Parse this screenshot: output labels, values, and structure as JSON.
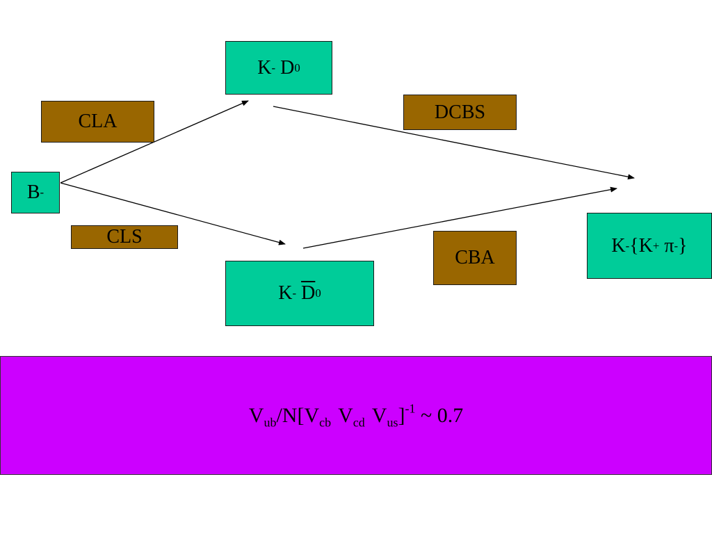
{
  "nodes": {
    "b_minus": {
      "base": "B",
      "sup": "-"
    },
    "k_d0": {
      "k": "K",
      "k_sup": "-",
      "d": "D",
      "d_sup": "0"
    },
    "k_d0bar": {
      "k": "K",
      "k_sup": "-",
      "d": "D",
      "d_sup": "0"
    },
    "final": {
      "k": "K",
      "k_sup": "-",
      "open": "{",
      "k2": "K",
      "k2_sup": "+",
      "pi": "π",
      "pi_sup": "-",
      "close": "}"
    }
  },
  "labels": {
    "cla": "CLA",
    "cls": "CLS",
    "dcbs": "DCBS",
    "cba": "CBA"
  },
  "formula": {
    "v1": "V",
    "v1_sub": "ub",
    "mid": "/N[",
    "v2": "V",
    "v2_sub": "cb",
    "v3": "V",
    "v3_sub": "cd",
    "v4": "V",
    "v4_sub": "us",
    "end": "]",
    "end_sup": "-1",
    "tail": " ~ 0.7"
  },
  "colors": {
    "state": "#00cc99",
    "process": "#996600",
    "formula_background": "#cc00ff",
    "arrow": "#000000"
  }
}
